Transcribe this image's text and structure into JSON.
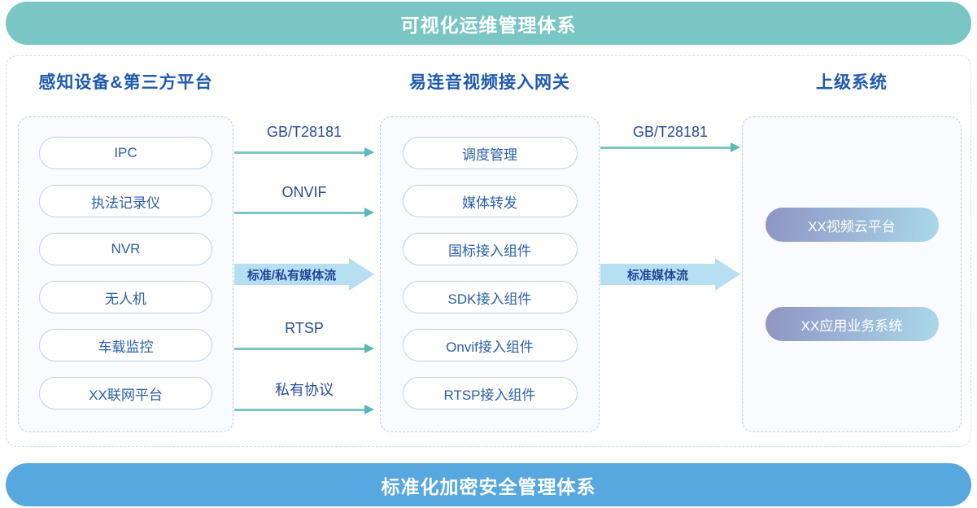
{
  "banners": {
    "top": "可视化运维管理体系",
    "bottom": "标准化加密安全管理体系",
    "top_color": "#79c6c4",
    "bottom_color": "#56a8de"
  },
  "columns": [
    {
      "header": "感知设备&第三方平台",
      "items": [
        {
          "label": "IPC"
        },
        {
          "label": "执法记录仪"
        },
        {
          "label": "NVR"
        },
        {
          "label": "无人机"
        },
        {
          "label": "车载监控"
        },
        {
          "label": "XX联网平台"
        }
      ]
    },
    {
      "header": "易连音视频接入网关",
      "items": [
        {
          "label": "调度管理"
        },
        {
          "label": "媒体转发"
        },
        {
          "label": "国标接入组件"
        },
        {
          "label": "SDK接入组件"
        },
        {
          "label": "Onvif接入组件"
        },
        {
          "label": "RTSP接入组件"
        }
      ]
    },
    {
      "header": "上级系统",
      "items": [
        {
          "label": "XX视频云平台"
        },
        {
          "label": "XX应用业务系统"
        }
      ]
    }
  ],
  "connectors_left": {
    "thin": [
      {
        "label": "GB/T28181"
      },
      {
        "label": "ONVIF"
      },
      {
        "label": "RTSP"
      },
      {
        "label": "私有协议"
      }
    ],
    "block": [
      {
        "label": "标准/私有媒体流"
      }
    ]
  },
  "connectors_right": {
    "thin": [
      {
        "label": "GB/T28181"
      }
    ],
    "block": [
      {
        "label": "标准媒体流"
      }
    ]
  },
  "palette": {
    "arrow_line": "#7ec6c3",
    "block_arrow": "#b7dff2",
    "pill_border": "#c0cfe8",
    "pill_text": "#2a60aa",
    "header_text": "#1f5bad",
    "dashed_border": "#b9cbe8"
  }
}
